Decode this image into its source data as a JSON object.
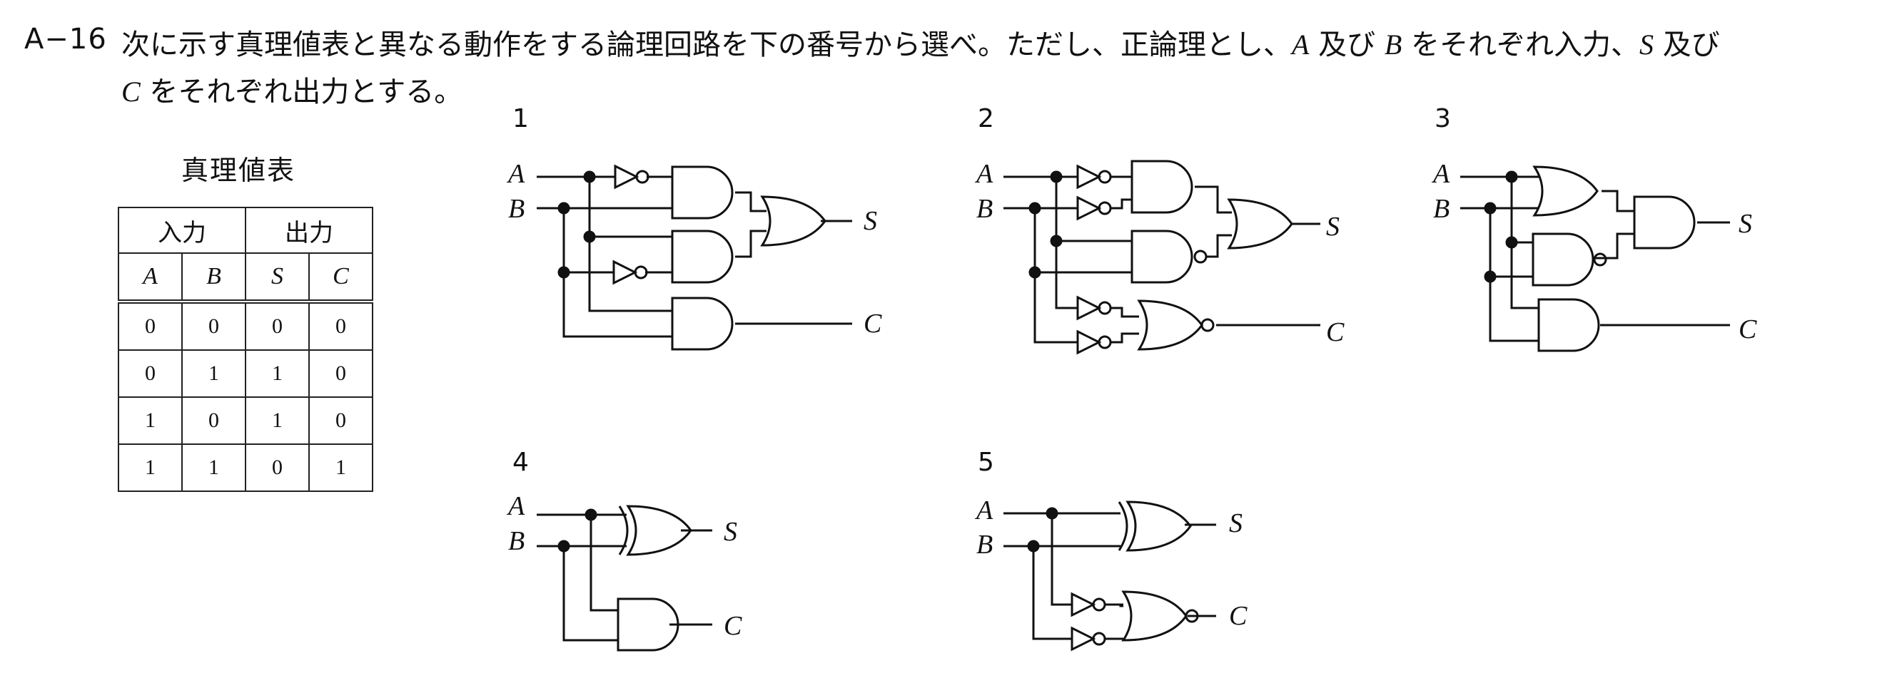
{
  "question": {
    "number": "A−16",
    "line1_a": "次に示す真理値表と異なる動作をする論理回路を下の番号から選べ。ただし、正論理とし、",
    "var_a": "A",
    "and1": " 及び ",
    "var_b": "B",
    "line1_b": " をそれぞれ入力、",
    "var_s": "S",
    "and2": " 及び",
    "var_c": "C",
    "line2_b": " をそれぞれ出力とする。"
  },
  "truth_table": {
    "title": "真理値表",
    "group_input": "入力",
    "group_output": "出力",
    "columns": [
      "A",
      "B",
      "S",
      "C"
    ],
    "rows": [
      [
        "0",
        "0",
        "0",
        "0"
      ],
      [
        "0",
        "1",
        "1",
        "0"
      ],
      [
        "1",
        "0",
        "1",
        "0"
      ],
      [
        "1",
        "1",
        "0",
        "1"
      ]
    ]
  },
  "circuits": [
    {
      "number": "1",
      "in_a": "A",
      "in_b": "B",
      "out_s": "S",
      "out_c": "C"
    },
    {
      "number": "2",
      "in_a": "A",
      "in_b": "B",
      "out_s": "S",
      "out_c": "C"
    },
    {
      "number": "3",
      "in_a": "A",
      "in_b": "B",
      "out_s": "S",
      "out_c": "C"
    },
    {
      "number": "4",
      "in_a": "A",
      "in_b": "B",
      "out_s": "S",
      "out_c": "C"
    },
    {
      "number": "5",
      "in_a": "A",
      "in_b": "B",
      "out_s": "S",
      "out_c": "C"
    }
  ]
}
